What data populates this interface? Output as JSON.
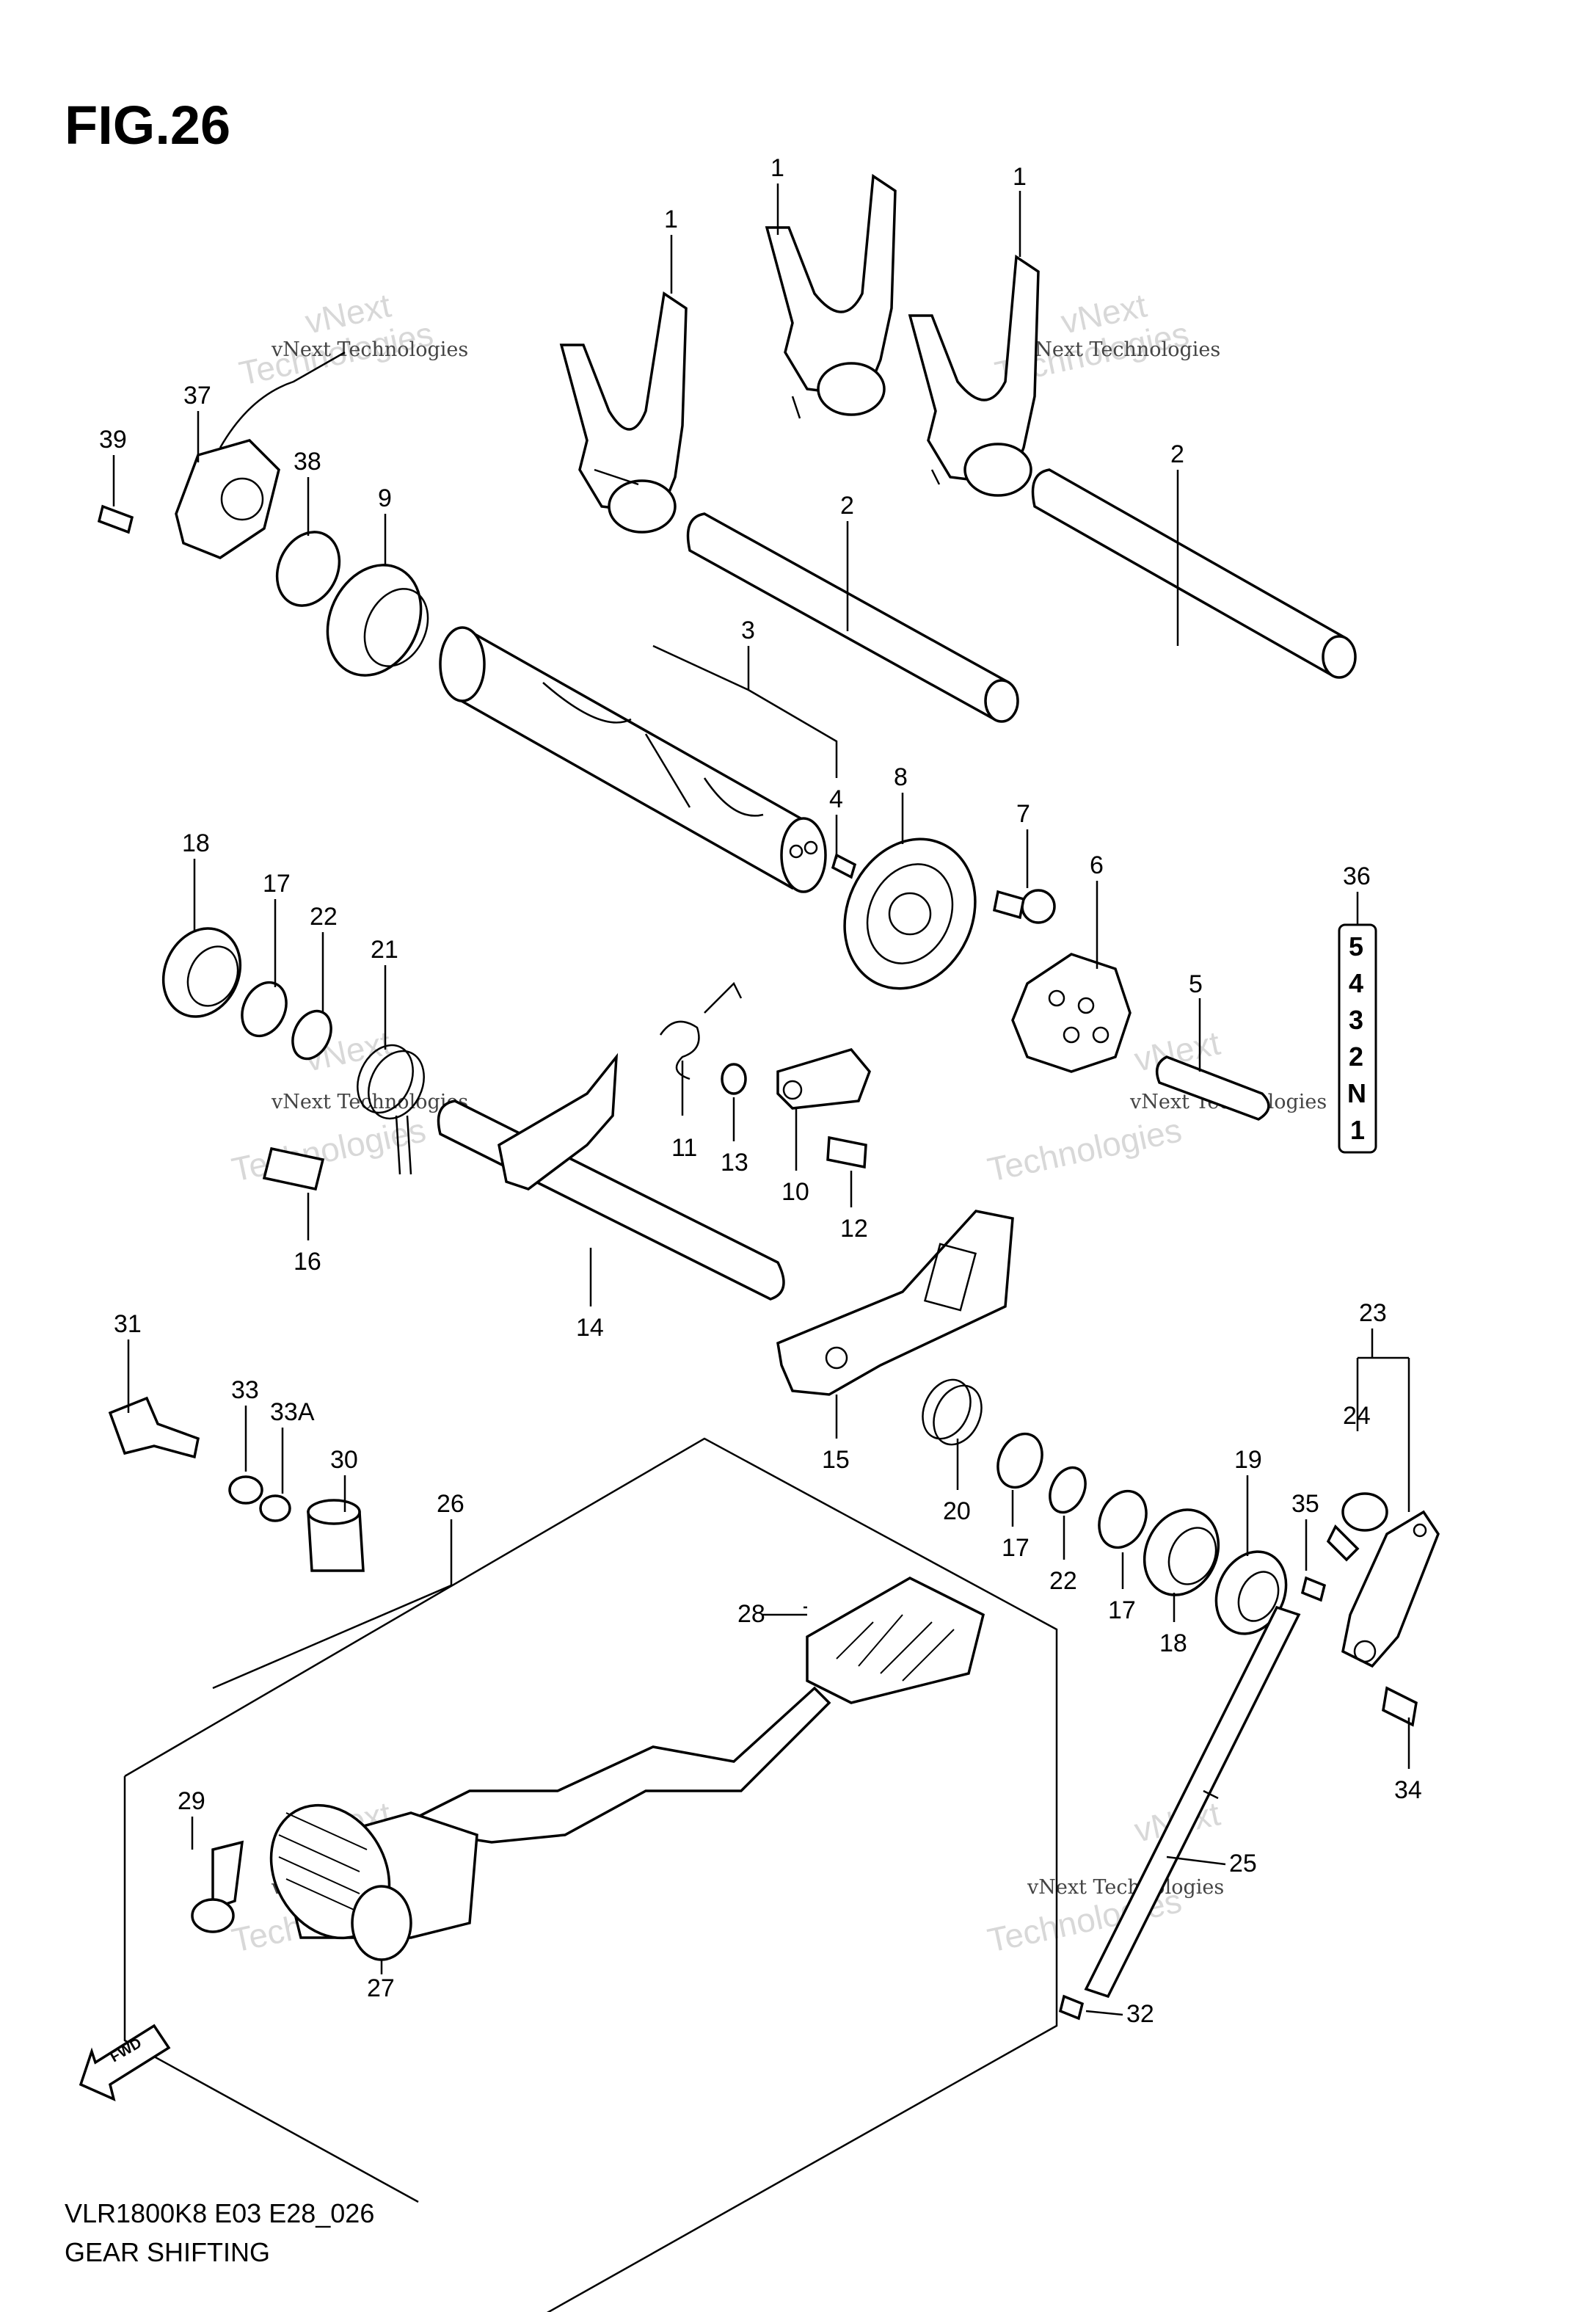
{
  "figure": {
    "title": "FIG.26",
    "model_code": "VLR1800K8 E03 E28_026",
    "caption": "GEAR SHIFTING"
  },
  "watermark": {
    "line1": "vNext",
    "line2": "Technologies",
    "small": "vNext Technologies"
  },
  "gear_indicator": [
    "5",
    "4",
    "3",
    "2",
    "N",
    "1"
  ],
  "fwd_label": "FWD",
  "callouts": {
    "c1a": "1",
    "c1b": "1",
    "c1c": "1",
    "c2a": "2",
    "c2b": "2",
    "c3": "3",
    "c4": "4",
    "c5": "5",
    "c6": "6",
    "c7": "7",
    "c8": "8",
    "c9": "9",
    "c10": "10",
    "c11": "11",
    "c12": "12",
    "c13": "13",
    "c14": "14",
    "c15": "15",
    "c16": "16",
    "c17a": "17",
    "c17b": "17",
    "c17c": "17",
    "c18a": "18",
    "c18b": "18",
    "c19": "19",
    "c20": "20",
    "c21": "21",
    "c22a": "22",
    "c22b": "22",
    "c23": "23",
    "c24": "24",
    "c25": "25",
    "c26": "26",
    "c27": "27",
    "c28": "28",
    "c29": "29",
    "c30": "30",
    "c31": "31",
    "c32": "32",
    "c33": "33",
    "c33a": "33A",
    "c34": "34",
    "c35": "35",
    "c36": "36",
    "c37": "37",
    "c38": "38",
    "c39": "39"
  }
}
